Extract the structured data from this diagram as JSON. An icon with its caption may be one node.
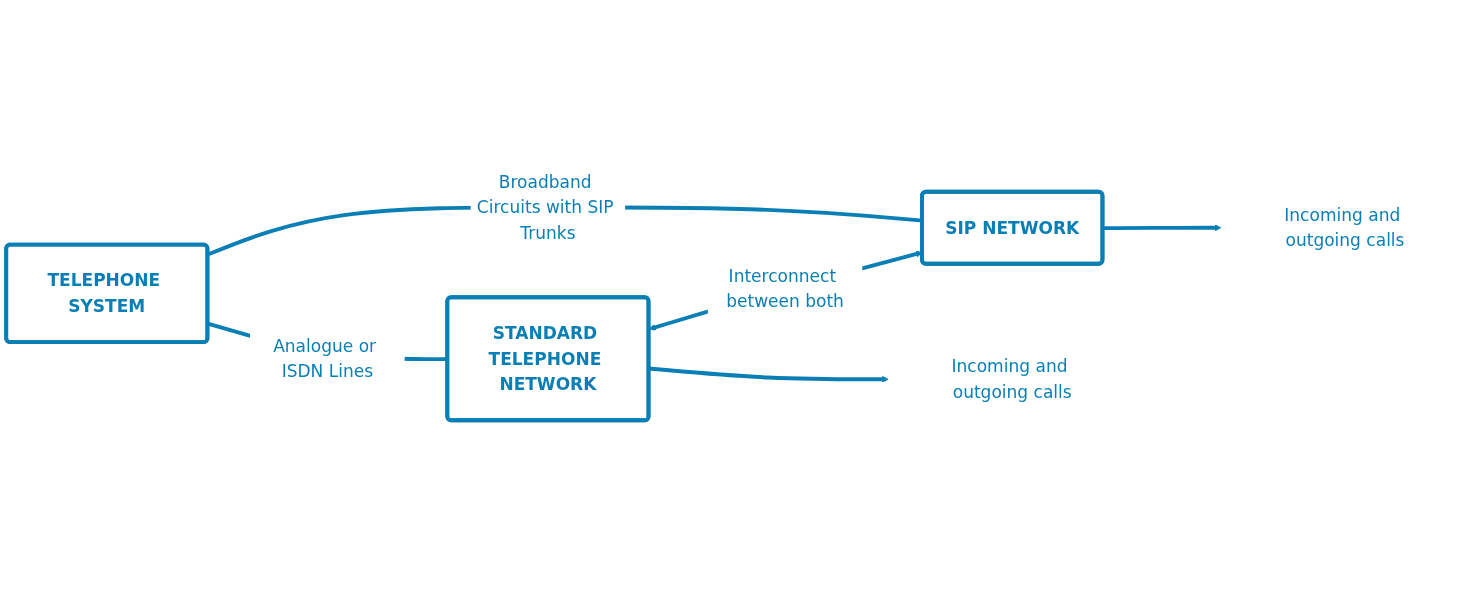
{
  "diagram": {
    "nodes": [
      {
        "text": [
          "TELEPHONE SYSTEM"
        ]
      },
      {
        "text": [
          "STANDARD TELEPHONE NETWORK"
        ]
      },
      {
        "text": [
          "SIP NETWORK"
        ]
      },
      {
        "text": [
          "Incoming and outgoing calls"
        ]
      },
      {
        "text": [
          "Incoming and outgoing calls"
        ]
      }
    ],
    "edges": [
      {
        "from": 0,
        "to": 1,
        "arrow": "none",
        "label": "Analogue or ISDN Lines"
      },
      {
        "from": 0,
        "to": 2,
        "arrow": "none",
        "label": "Broadband Circuits with SIP Trunks"
      },
      {
        "from": 1,
        "to": 2,
        "arrow": "both",
        "label": "Interconnect between both"
      },
      {
        "from": 1,
        "to": 3,
        "arrow": "to"
      },
      {
        "from": 2,
        "to": 4,
        "arrow": "to"
      }
    ]
  }
}
